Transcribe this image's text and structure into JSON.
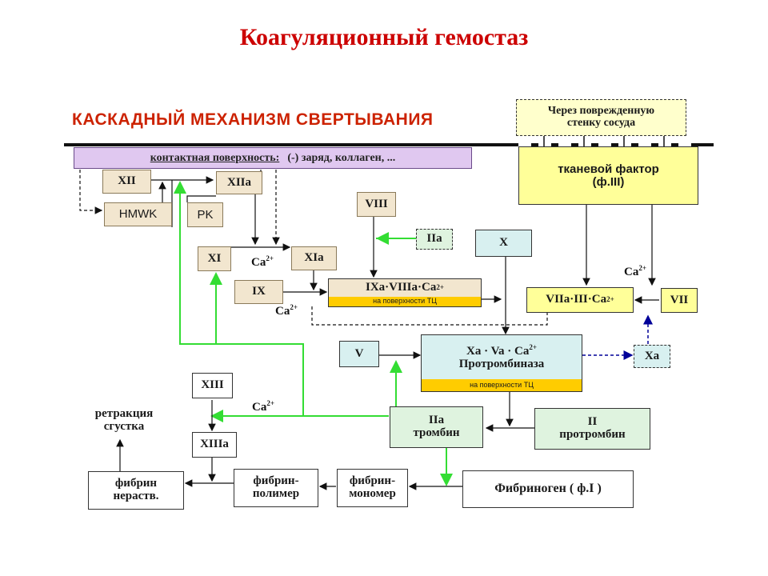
{
  "title": "Коагуляционный гемостаз",
  "subtitle": "КАСКАДНЫЙ МЕХАНИЗМ СВЕРТЫВАНИЯ",
  "colors": {
    "title": "#cc0000",
    "subtitle": "#cc2200",
    "green_arrow": "#33dd33",
    "blue_arrow": "#000099",
    "contact_bar": "#e0c8f0"
  },
  "contact_surface": {
    "label": "контактная поверхность:",
    "text": "(-) заряд, коллаген, ..."
  },
  "vessel_wall": {
    "line1": "Через поврежденную",
    "line2": "стенку сосуда"
  },
  "tissue_factor": {
    "line1": "тканевой фактор",
    "line2": "(ф.III)"
  },
  "factors": {
    "xii": "XII",
    "xiia": "XIIa",
    "hmwk": "HMWK",
    "pk": "PK",
    "xi": "XI",
    "xia": "XIa",
    "ix": "IX",
    "viii": "VIII",
    "iia_small": "IIa",
    "x": "X",
    "v": "V",
    "vii": "VII",
    "xa_small": "Xa",
    "xiii": "XIII",
    "xiiia": "XIIIa"
  },
  "ixa_complex": {
    "label": "IXa·VIIIa·Ca",
    "sup": "2+",
    "sub": "на поверхности ТЦ"
  },
  "viia_complex": {
    "label": "VIIa·III·Ca",
    "sup": "2+"
  },
  "prothrombinase": {
    "line1": "Xa · Va · Ca",
    "sup": "2+",
    "line2": "Протромбиназа",
    "sub": "на поверхности ТЦ"
  },
  "thrombin": {
    "line1": "IIa",
    "line2": "тромбин"
  },
  "prothrombin": {
    "line1": "II",
    "line2": "протромбин"
  },
  "fibrinogen": "Фибриноген ( ф.I )",
  "fibrin_monomer": {
    "line1": "фибрин-",
    "line2": "мономер"
  },
  "fibrin_polymer": {
    "line1": "фибрин-",
    "line2": "полимер"
  },
  "fibrin_insol": {
    "line1": "фибрин",
    "line2": "нераств."
  },
  "retraction": {
    "line1": "ретракция",
    "line2": "сгустка"
  },
  "ca_label": {
    "text": "Ca",
    "sup": "2+"
  }
}
